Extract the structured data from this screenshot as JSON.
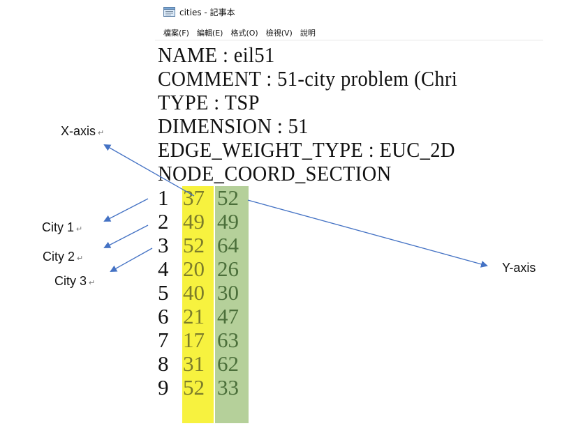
{
  "window": {
    "title": "cities - 記事本",
    "icon": "notepad-icon"
  },
  "menu": [
    {
      "label": "檔案(F)"
    },
    {
      "label": "編輯(E)"
    },
    {
      "label": "格式(O)"
    },
    {
      "label": "檢視(V)"
    },
    {
      "label": "說明"
    }
  ],
  "file_header": [
    "NAME : eil51",
    "COMMENT : 51-city problem (Chri",
    "TYPE : TSP",
    "DIMENSION : 51",
    "EDGE_WEIGHT_TYPE : EUC_2D",
    "NODE_COORD_SECTION"
  ],
  "coords": [
    {
      "idx": "1",
      "x": "37",
      "y": "52"
    },
    {
      "idx": "2",
      "x": "49",
      "y": "49"
    },
    {
      "idx": "3",
      "x": "52",
      "y": "64"
    },
    {
      "idx": "4",
      "x": "20",
      "y": "26"
    },
    {
      "idx": "5",
      "x": "40",
      "y": "30"
    },
    {
      "idx": "6",
      "x": "21",
      "y": "47"
    },
    {
      "idx": "7",
      "x": "17",
      "y": "63"
    },
    {
      "idx": "8",
      "x": "31",
      "y": "62"
    },
    {
      "idx": "9",
      "x": "52",
      "y": "33"
    }
  ],
  "annotations": {
    "x_axis": "X-axis",
    "y_axis": "Y-axis",
    "city1": "City 1",
    "city2": "City 2",
    "city3": "City 3",
    "return_mark": "↵"
  },
  "colors": {
    "x_highlight": "#f7f23f",
    "y_highlight": "#b5d09a",
    "arrow": "#4472c4"
  }
}
